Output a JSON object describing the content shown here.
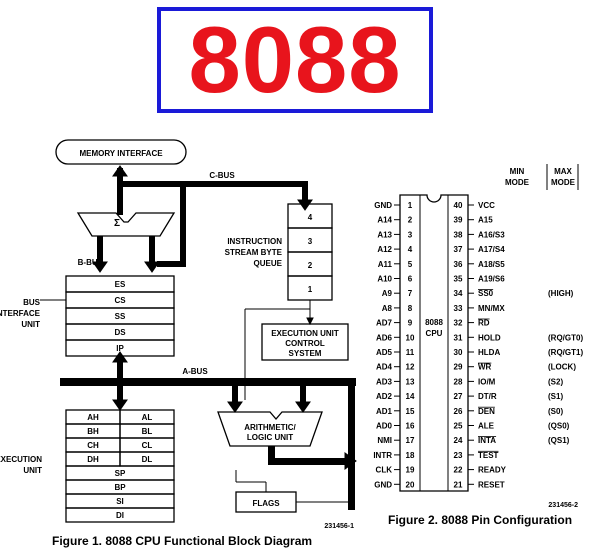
{
  "title": "8088",
  "colors": {
    "title_text": "#e8141c",
    "title_border": "#1a1ad8",
    "lines": "#000000"
  },
  "block_diagram": {
    "memory_interface": "MEMORY INTERFACE",
    "c_bus": "C-BUS",
    "b_bus": "B-BUS",
    "a_bus": "A-BUS",
    "sigma": "Σ",
    "queue_label": [
      "INSTRUCTION",
      "STREAM BYTE",
      "QUEUE"
    ],
    "queue_slots": [
      "4",
      "3",
      "2",
      "1"
    ],
    "biu_label": [
      "BUS",
      "INTERFACE",
      "UNIT"
    ],
    "biu_registers": [
      "ES",
      "CS",
      "SS",
      "DS",
      "IP"
    ],
    "eu_control": [
      "EXECUTION UNIT",
      "CONTROL",
      "SYSTEM"
    ],
    "eu_label": [
      "EXECUTION",
      "UNIT"
    ],
    "general_registers": [
      [
        "AH",
        "AL"
      ],
      [
        "BH",
        "BL"
      ],
      [
        "CH",
        "CL"
      ],
      [
        "DH",
        "DL"
      ]
    ],
    "pointer_registers": [
      "SP",
      "BP",
      "SI",
      "DI"
    ],
    "alu": [
      "ARITHMETIC/",
      "LOGIC UNIT"
    ],
    "flags": "FLAGS",
    "ref": "231456-1",
    "caption": "Figure 1. 8088 CPU Functional Block Diagram"
  },
  "pin_config": {
    "header_min": [
      "MIN",
      "MODE"
    ],
    "header_max": [
      "MAX",
      "MODE"
    ],
    "chip_label": [
      "8088",
      "CPU"
    ],
    "left_pins": [
      {
        "num": "1",
        "name": "GND"
      },
      {
        "num": "2",
        "name": "A14"
      },
      {
        "num": "3",
        "name": "A13"
      },
      {
        "num": "4",
        "name": "A12"
      },
      {
        "num": "5",
        "name": "A11"
      },
      {
        "num": "6",
        "name": "A10"
      },
      {
        "num": "7",
        "name": "A9"
      },
      {
        "num": "8",
        "name": "A8"
      },
      {
        "num": "9",
        "name": "AD7"
      },
      {
        "num": "10",
        "name": "AD6"
      },
      {
        "num": "11",
        "name": "AD5"
      },
      {
        "num": "12",
        "name": "AD4"
      },
      {
        "num": "13",
        "name": "AD3"
      },
      {
        "num": "14",
        "name": "AD2"
      },
      {
        "num": "15",
        "name": "AD1"
      },
      {
        "num": "16",
        "name": "AD0"
      },
      {
        "num": "17",
        "name": "NMI"
      },
      {
        "num": "18",
        "name": "INTR"
      },
      {
        "num": "19",
        "name": "CLK"
      },
      {
        "num": "20",
        "name": "GND"
      }
    ],
    "right_pins": [
      {
        "num": "40",
        "name": "VCC",
        "max": ""
      },
      {
        "num": "39",
        "name": "A15",
        "max": ""
      },
      {
        "num": "38",
        "name": "A16/S3",
        "max": ""
      },
      {
        "num": "37",
        "name": "A17/S4",
        "max": ""
      },
      {
        "num": "36",
        "name": "A18/S5",
        "max": ""
      },
      {
        "num": "35",
        "name": "A19/S6",
        "max": ""
      },
      {
        "num": "34",
        "name": "SS0",
        "max": "(HIGH)"
      },
      {
        "num": "33",
        "name": "MN/MX",
        "max": ""
      },
      {
        "num": "32",
        "name": "RD",
        "max": ""
      },
      {
        "num": "31",
        "name": "HOLD",
        "max": "(RQ/GT0)"
      },
      {
        "num": "30",
        "name": "HLDA",
        "max": "(RQ/GT1)"
      },
      {
        "num": "29",
        "name": "WR",
        "max": "(LOCK)"
      },
      {
        "num": "28",
        "name": "IO/M",
        "max": "(S2)"
      },
      {
        "num": "27",
        "name": "DT/R",
        "max": "(S1)"
      },
      {
        "num": "26",
        "name": "DEN",
        "max": "(S0)"
      },
      {
        "num": "25",
        "name": "ALE",
        "max": "(QS0)"
      },
      {
        "num": "24",
        "name": "INTA",
        "max": "(QS1)"
      },
      {
        "num": "23",
        "name": "TEST",
        "max": ""
      },
      {
        "num": "22",
        "name": "READY",
        "max": ""
      },
      {
        "num": "21",
        "name": "RESET",
        "max": ""
      }
    ],
    "ref": "231456-2",
    "caption": "Figure 2. 8088 Pin Configuration"
  }
}
